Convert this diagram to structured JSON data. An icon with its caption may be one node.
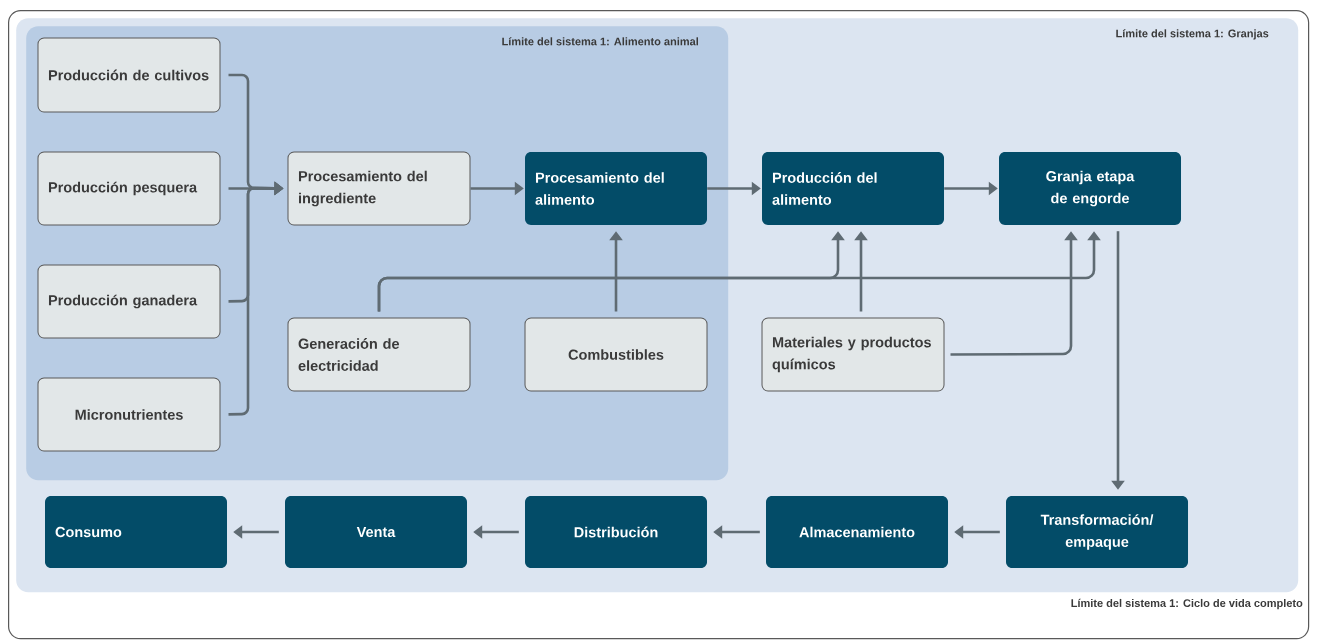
{
  "diagram": {
    "nodes": [
      {
        "text": [
          "Límite del sistema 1: Ciclo de vida completo"
        ]
      },
      {
        "text": [
          "Límite del sistema 1: Granjas"
        ],
        "in": 0
      },
      {
        "text": [
          "Límite del sistema 1: Alimento animal"
        ],
        "in": 1
      },
      {
        "text": [
          "Producción de cultivos"
        ],
        "in": 2
      },
      {
        "text": [
          "Producción pesquera"
        ],
        "in": 2
      },
      {
        "text": [
          "Producción ganadera"
        ],
        "in": 2
      },
      {
        "text": [
          "Micronutrientes"
        ],
        "in": 2
      },
      {
        "text": [
          "Procesamiento del ingrediente"
        ],
        "in": 2
      },
      {
        "text": [
          "Procesamiento del alimento"
        ],
        "in": 2
      },
      {
        "text": [
          "Generación de electricidad"
        ],
        "in": 2
      },
      {
        "text": [
          "Combustibles"
        ],
        "in": 2
      },
      {
        "text": [
          "Producción del alimento"
        ],
        "in": 1
      },
      {
        "text": [
          "Granja etapa de engorde"
        ],
        "in": 1
      },
      {
        "text": [
          "Materiales y productos químicos"
        ],
        "in": 1
      },
      {
        "text": [
          "Consumo"
        ],
        "in": 1
      },
      {
        "text": [
          "Venta"
        ],
        "in": 1
      },
      {
        "text": [
          "Distribución"
        ],
        "in": 1
      },
      {
        "text": [
          "Almacenamiento"
        ],
        "in": 1
      },
      {
        "text": [
          "Transformación/ empaque"
        ],
        "in": 1
      }
    ],
    "edges": [
      {
        "from": 3,
        "to": 7,
        "arrow": "to"
      },
      {
        "from": 4,
        "to": 7,
        "arrow": "to"
      },
      {
        "from": 5,
        "to": 7,
        "arrow": "to"
      },
      {
        "from": 6,
        "to": 7,
        "arrow": "to"
      },
      {
        "from": 7,
        "to": 8,
        "arrow": "to"
      },
      {
        "from": 8,
        "to": 11,
        "arrow": "to"
      },
      {
        "from": 11,
        "to": 12,
        "arrow": "to"
      },
      {
        "from": 10,
        "to": 8,
        "arrow": "to"
      },
      {
        "from": 9,
        "to": 11,
        "arrow": "to"
      },
      {
        "from": 9,
        "to": 12,
        "arrow": "to"
      },
      {
        "from": 13,
        "to": 11,
        "arrow": "to"
      },
      {
        "from": 13,
        "to": 12,
        "arrow": "to"
      },
      {
        "from": 12,
        "to": 18,
        "arrow": "to"
      },
      {
        "from": 18,
        "to": 17,
        "arrow": "to"
      },
      {
        "from": 17,
        "to": 16,
        "arrow": "to"
      },
      {
        "from": 16,
        "to": 15,
        "arrow": "to"
      },
      {
        "from": 15,
        "to": 14,
        "arrow": "to"
      }
    ]
  }
}
